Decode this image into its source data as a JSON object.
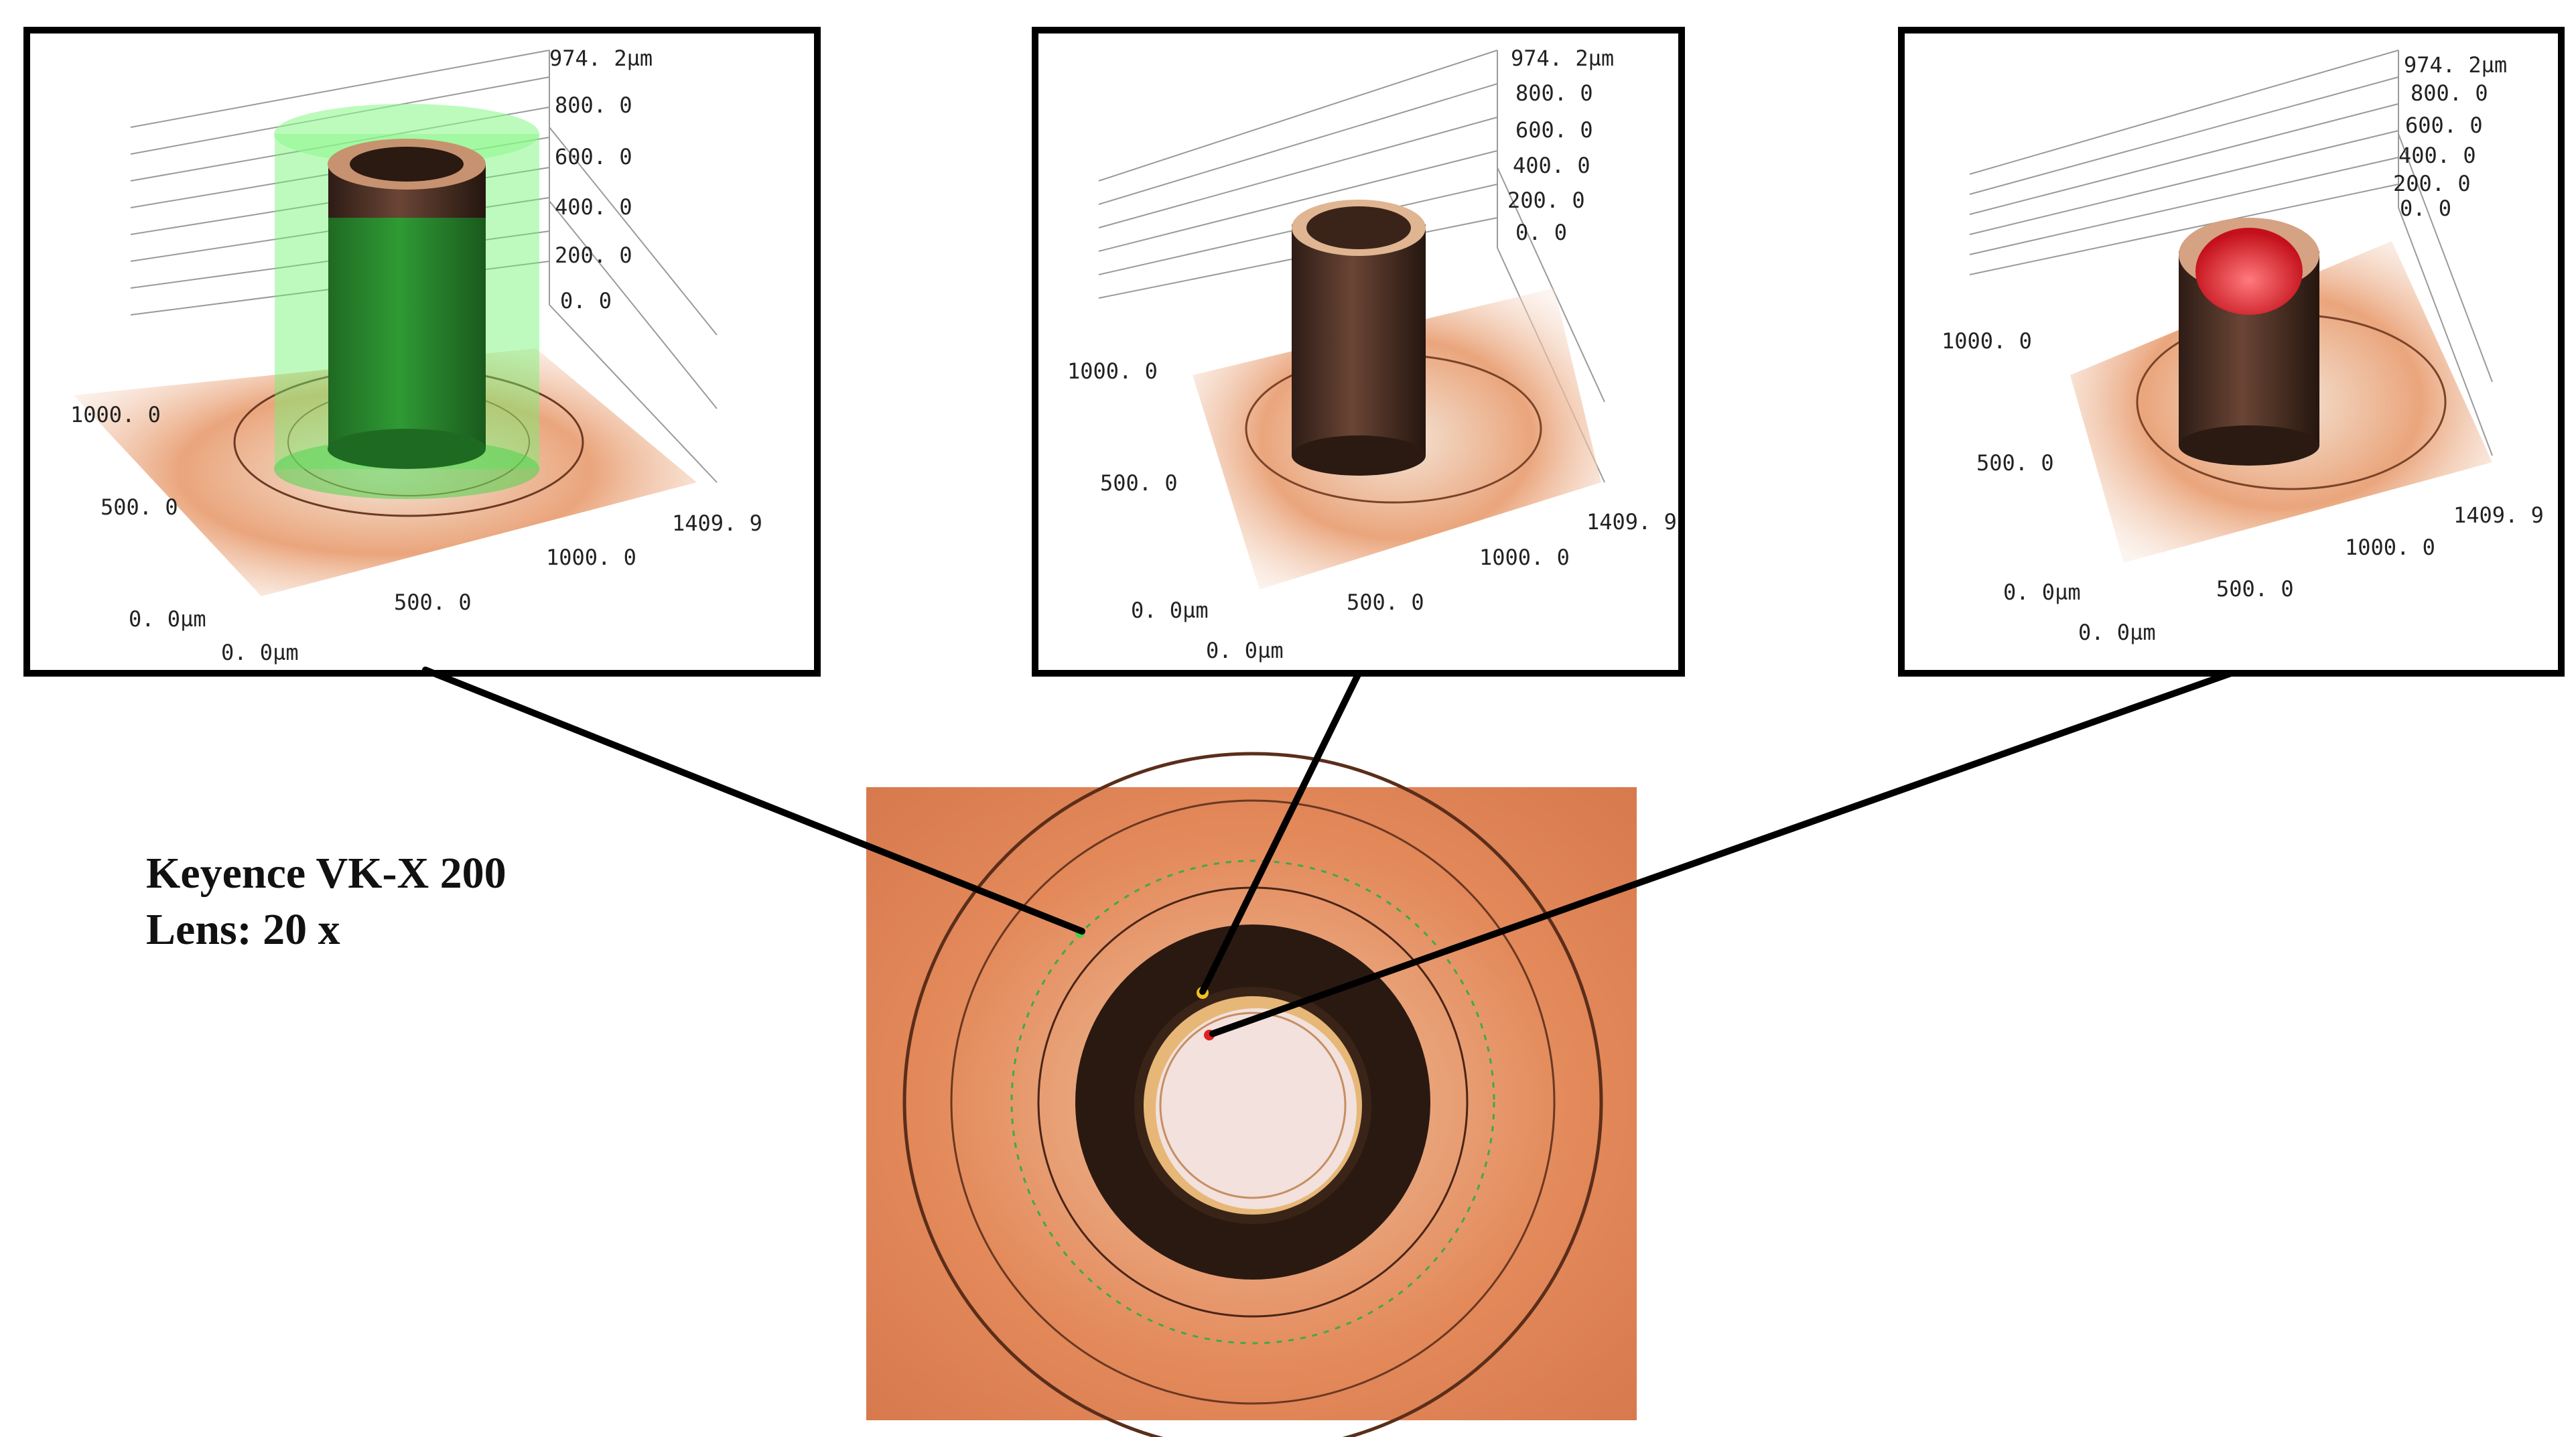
{
  "caption": {
    "instrument": "Keyence VK-X 200",
    "lens": "Lens: 20 x"
  },
  "panels": [
    {
      "id": "panel-left",
      "highlight": "green",
      "z_ticks": [
        "974. 2µm",
        "800. 0",
        "600. 0",
        "400. 0",
        "200. 0",
        "0. 0"
      ],
      "y_ticks": [
        "1000. 0",
        "500. 0",
        "0. 0µm"
      ],
      "x_ticks": [
        "0. 0µm",
        "500. 0",
        "1000. 0",
        "1409. 9"
      ]
    },
    {
      "id": "panel-middle",
      "highlight": "none",
      "z_ticks": [
        "974. 2µm",
        "800. 0",
        "600. 0",
        "400. 0",
        "200. 0",
        "0. 0"
      ],
      "y_ticks": [
        "1000. 0",
        "500. 0",
        "0. 0µm"
      ],
      "x_ticks": [
        "0. 0µm",
        "500. 0",
        "1000. 0",
        "1409. 9"
      ]
    },
    {
      "id": "panel-right",
      "highlight": "red",
      "z_ticks": [
        "974. 2µm",
        "800. 0",
        "600. 0",
        "400. 0",
        "200. 0",
        "0. 0"
      ],
      "y_ticks": [
        "1000. 0",
        "500. 0",
        "0. 0µm"
      ],
      "x_ticks": [
        "0. 0µm",
        "500. 0",
        "1000. 0",
        "1409. 9"
      ]
    }
  ],
  "colors": {
    "surface": "#e08a5c",
    "pillar": "#4a2e22",
    "green_highlight": "#3fd44a",
    "red_highlight": "#e8202a"
  }
}
